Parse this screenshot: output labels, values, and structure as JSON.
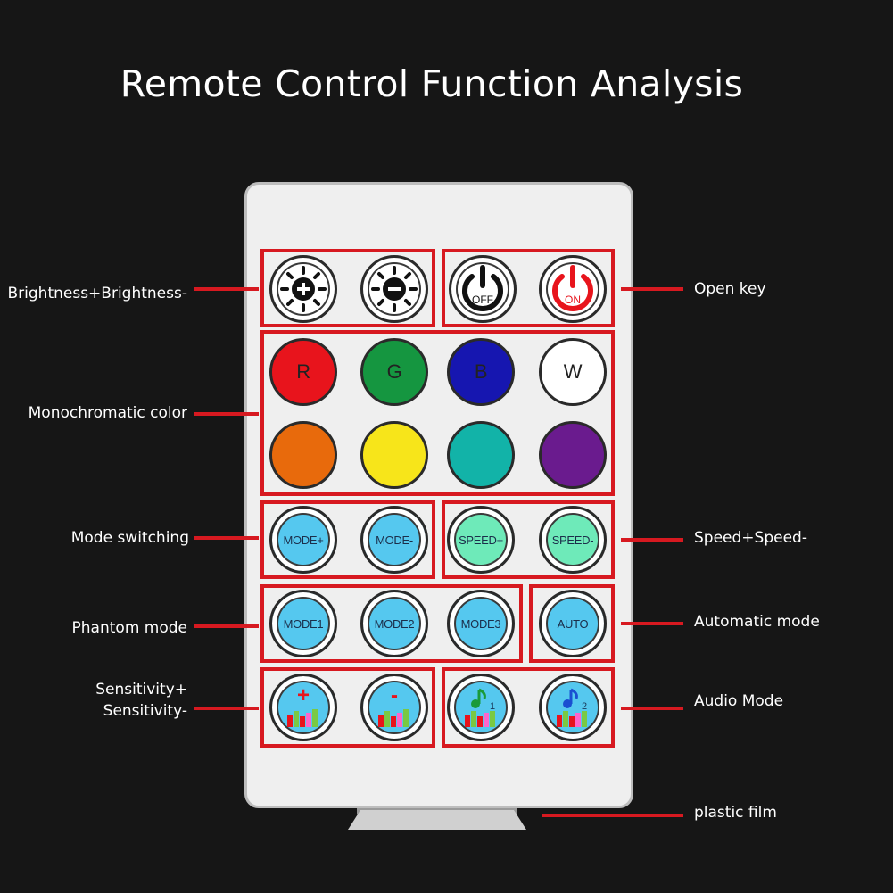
{
  "title": "Remote Control Function Analysis",
  "labels": {
    "brightness": "Brightness+Brightness-",
    "open_key": "Open key",
    "monochromatic": "Monochromatic color",
    "mode_switching": "Mode switching",
    "speed": "Speed+Speed-",
    "phantom": "Phantom mode",
    "automatic": "Automatic mode",
    "sensitivity_line1": "Sensitivity+",
    "sensitivity_line2": "Sensitivity-",
    "audio": "Audio Mode",
    "plastic_film": "plastic film"
  },
  "buttons": {
    "off": "OFF",
    "on": "ON",
    "r": "R",
    "g": "G",
    "b": "B",
    "w": "W",
    "mode_plus": "MODE+",
    "mode_minus": "MODE-",
    "speed_plus": "SPEED+",
    "speed_minus": "SPEED-",
    "mode1": "MODE1",
    "mode2": "MODE2",
    "mode3": "MODE3",
    "auto": "AUTO",
    "plus": "+",
    "minus": "-",
    "audio1_sub": "1",
    "audio2_sub": "2"
  },
  "colors": {
    "accent_red": "#d71920",
    "red": "#e8141c",
    "green": "#159640",
    "blue": "#1616b0",
    "white": "#ffffff",
    "orange": "#e86a0c",
    "yellow": "#f7e51a",
    "teal": "#12b3a8",
    "purple": "#6a1b8e",
    "mode_blue": "#55c8ef",
    "speed_green": "#6eeab9"
  },
  "icons": [
    "brightness-up-icon",
    "brightness-down-icon",
    "power-off-icon",
    "power-on-icon",
    "sensitivity-plus-icon",
    "sensitivity-minus-icon",
    "audio-mode-1-icon",
    "audio-mode-2-icon"
  ]
}
